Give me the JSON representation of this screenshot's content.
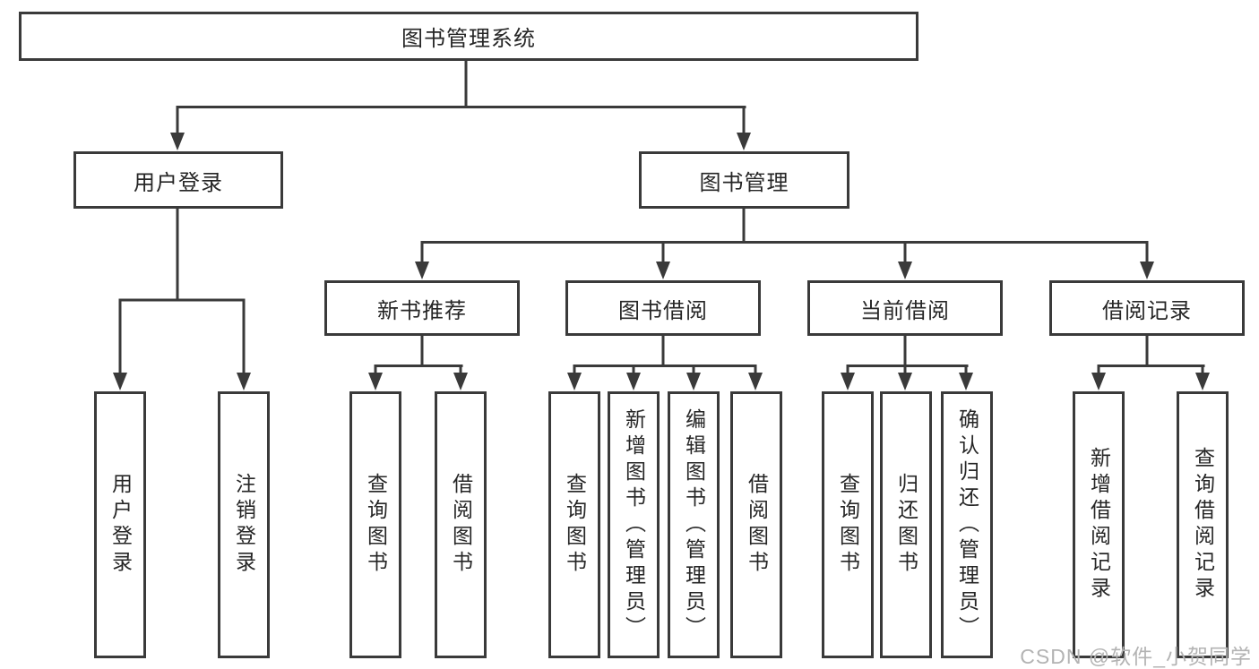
{
  "diagram": {
    "root": {
      "label": "图书管理系统"
    },
    "level2": [
      {
        "label": "用户登录"
      },
      {
        "label": "图书管理"
      }
    ],
    "level3": [
      {
        "label": "新书推荐",
        "parent": "图书管理"
      },
      {
        "label": "图书借阅",
        "parent": "图书管理"
      },
      {
        "label": "当前借阅",
        "parent": "图书管理"
      },
      {
        "label": "借阅记录",
        "parent": "图书管理"
      }
    ],
    "leaves": [
      {
        "label": "用户登录",
        "parent": "用户登录"
      },
      {
        "label": "注销登录",
        "parent": "用户登录"
      },
      {
        "label": "查询图书",
        "parent": "新书推荐"
      },
      {
        "label": "借阅图书",
        "parent": "新书推荐"
      },
      {
        "label": "查询图书",
        "parent": "图书借阅"
      },
      {
        "label": "新增图书（管理员）",
        "parent": "图书借阅"
      },
      {
        "label": "编辑图书（管理员）",
        "parent": "图书借阅"
      },
      {
        "label": "借阅图书",
        "parent": "图书借阅"
      },
      {
        "label": "查询图书",
        "parent": "当前借阅"
      },
      {
        "label": "归还图书",
        "parent": "当前借阅"
      },
      {
        "label": "确认归还（管理员）",
        "parent": "当前借阅"
      },
      {
        "label": "新增借阅记录",
        "parent": "借阅记录"
      },
      {
        "label": "查询借阅记录",
        "parent": "借阅记录"
      }
    ],
    "colors": {
      "line": "#3a3a3a",
      "box_border": "#3a3a3a",
      "text": "#262626",
      "background": "#ffffff",
      "watermark_text": "#b3b3b3"
    }
  },
  "watermark": {
    "text": "CSDN @软件_小贺同学"
  }
}
